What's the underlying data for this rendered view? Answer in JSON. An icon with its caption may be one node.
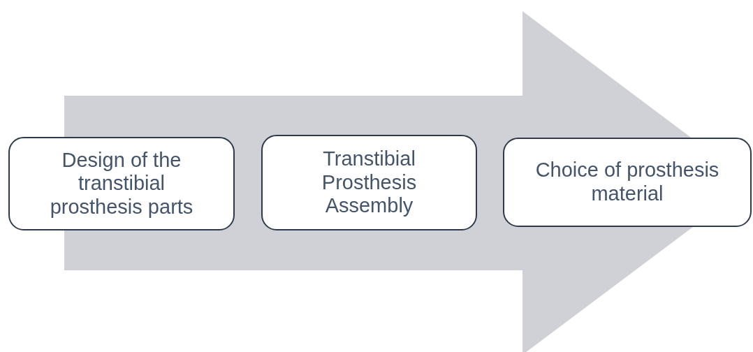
{
  "diagram": {
    "nodes": [
      {
        "text": [
          "Design of the transtibial prosthesis parts"
        ]
      },
      {
        "text": [
          "Transtibial Prosthesis Assembly"
        ]
      },
      {
        "text": [
          "Choice of prosthesis material"
        ]
      }
    ],
    "edges": [
      {
        "from": 0,
        "to": 2,
        "arrow": "to"
      }
    ]
  }
}
